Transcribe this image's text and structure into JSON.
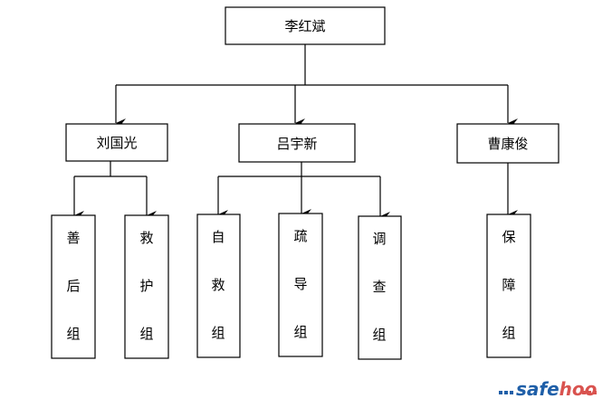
{
  "root": {
    "label": "李红斌"
  },
  "managers": [
    {
      "label": "刘国光"
    },
    {
      "label": "吕宇新"
    },
    {
      "label": "曹康俊"
    }
  ],
  "teams": [
    {
      "label": "善后组",
      "chars": [
        "善",
        "后",
        "组"
      ]
    },
    {
      "label": "救护组",
      "chars": [
        "救",
        "护",
        "组"
      ]
    },
    {
      "label": "自救组",
      "chars": [
        "自",
        "救",
        "组"
      ]
    },
    {
      "label": "疏导组",
      "chars": [
        "疏",
        "导",
        "组"
      ]
    },
    {
      "label": "调查组",
      "chars": [
        "调",
        "查",
        "组"
      ]
    },
    {
      "label": "保障组",
      "chars": [
        "保",
        "障",
        "组"
      ]
    }
  ],
  "watermark": {
    "part1": "safe",
    "part2": "hoo",
    "color1": "#1f5fa8",
    "color2": "#d9534f"
  }
}
